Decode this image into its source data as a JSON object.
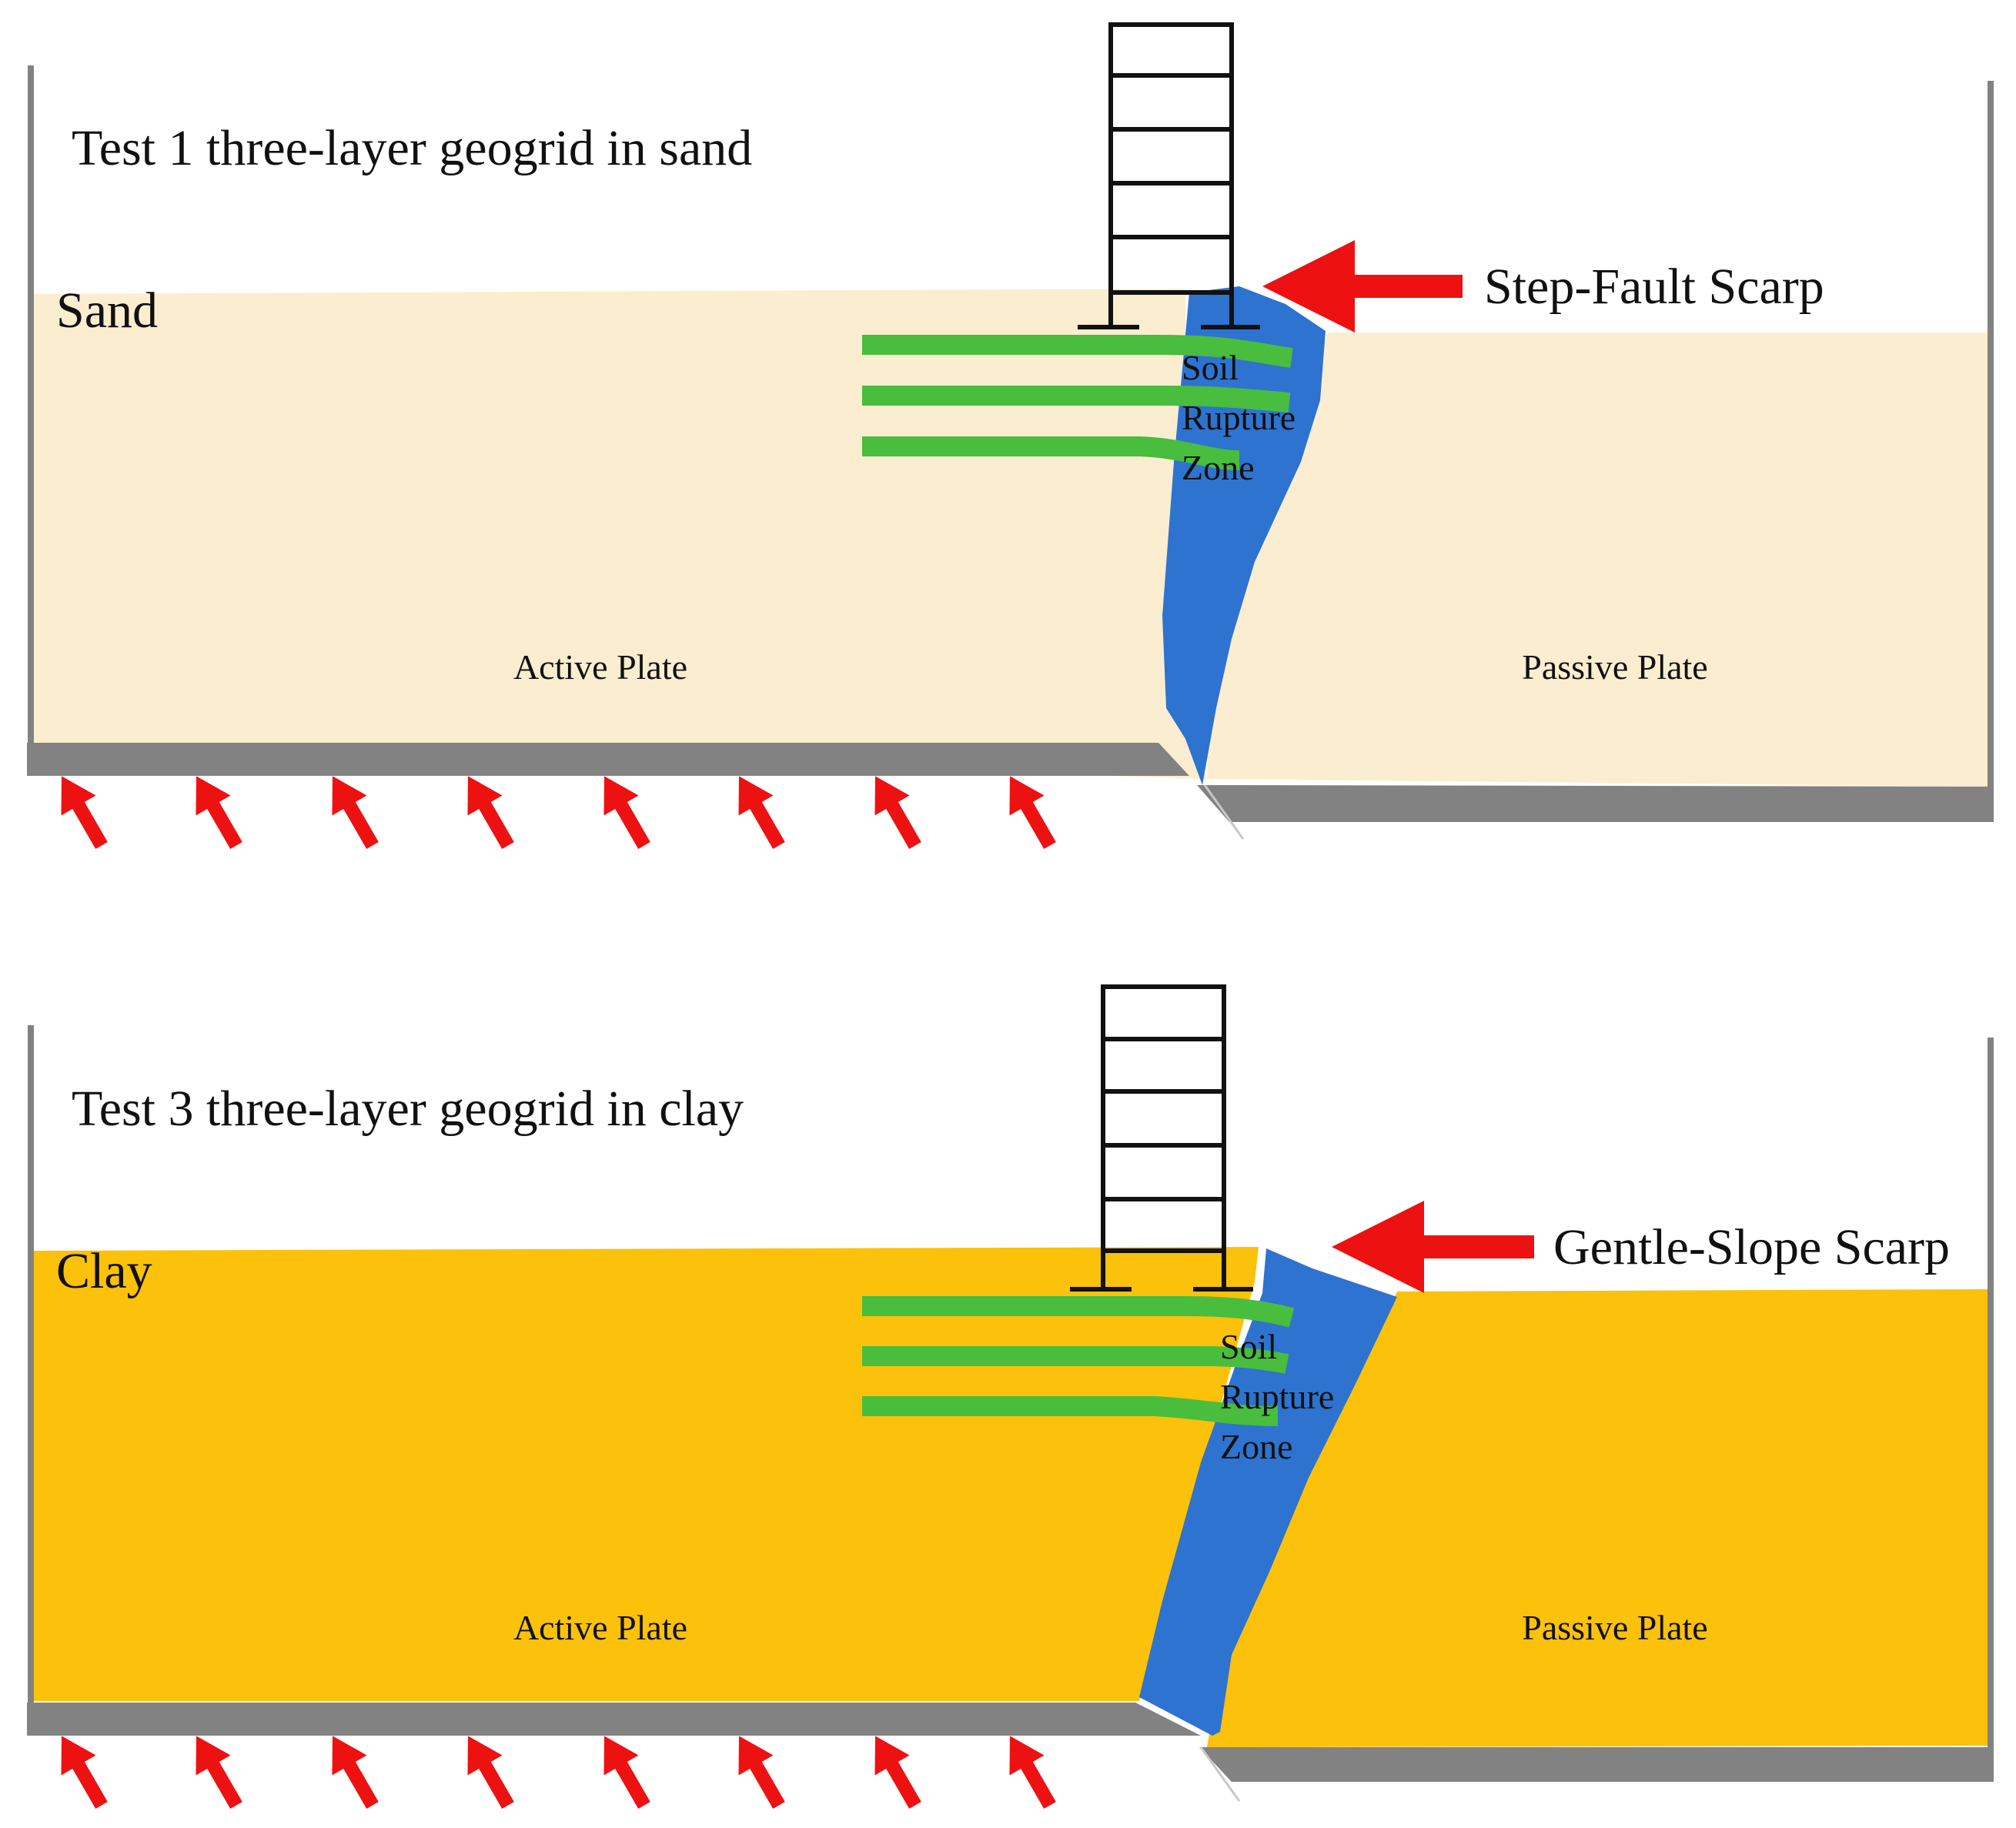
{
  "colors": {
    "sand": "#fbedcf",
    "clay": "#fcc10a",
    "rupture_zone": "#2e73cf",
    "geogrid": "#48bd3e",
    "plate": "#828282",
    "arrow": "#ee1111",
    "structure": "#111111"
  },
  "panels": [
    {
      "title": "Test 1 three-layer geogrid in sand",
      "soil_label": "Sand",
      "scarp_label": "Step-Fault Scarp",
      "zone_lines": [
        "Soil",
        "Rupture",
        "Zone"
      ],
      "active_label": "Active Plate",
      "passive_label": "Passive Plate",
      "arrow_icon": "red-arrow-up-left-icon"
    },
    {
      "title": "Test 3 three-layer geogrid in clay",
      "soil_label": "Clay",
      "scarp_label": "Gentle-Slope Scarp",
      "zone_lines": [
        "Soil",
        "Rupture",
        "Zone"
      ],
      "active_label": "Active Plate",
      "passive_label": "Passive Plate",
      "arrow_icon": "red-arrow-up-left-icon"
    }
  ]
}
